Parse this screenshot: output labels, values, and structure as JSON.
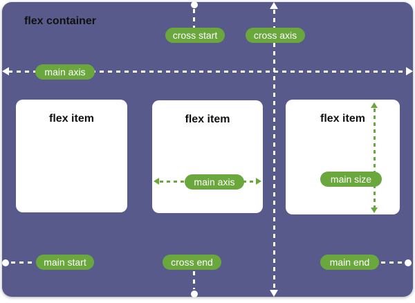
{
  "page": {
    "container_label": "flex container"
  },
  "items": [
    {
      "label": "flex item"
    },
    {
      "label": "flex item"
    },
    {
      "label": "flex item"
    }
  ],
  "labels": {
    "cross_start": "cross start",
    "cross_axis": "cross axis",
    "main_axis": "main axis",
    "item_main_axis": "main axis",
    "item_main_size": "main size",
    "main_start": "main start",
    "cross_end": "cross end",
    "main_end": "main end"
  },
  "colors": {
    "container_bg": "#585a8c",
    "pill_bg": "#6aa83e",
    "pill_text": "#ffffff",
    "item_bg": "#ffffff",
    "axis_line": "#ffffff",
    "item_arrow": "#6aa83e",
    "heading_text": "#111111",
    "page_bg": "#ffffff"
  },
  "icons": {
    "arrowhead": "triangle",
    "endpoint_dot": "circle"
  }
}
